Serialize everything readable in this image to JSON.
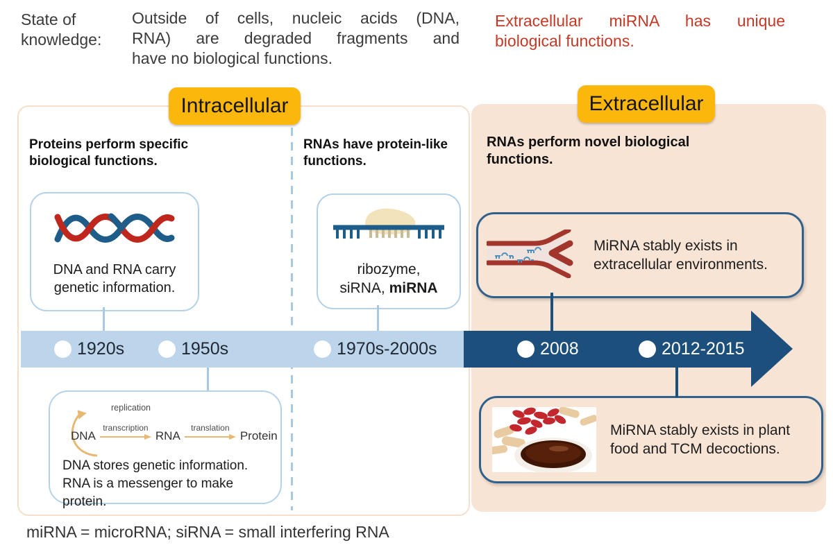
{
  "header": {
    "state_label_lines": [
      "State of",
      "knowledge:"
    ],
    "old_view_lines": [
      "Outside of cells, nucleic acids (DNA,",
      "RNA) are degraded fragments and",
      "have no biological functions."
    ],
    "new_view_lines": [
      "Extracellular miRNA has unique",
      "biological functions."
    ]
  },
  "intracellular": {
    "badge": "Intracellular",
    "proteins_heading": "Proteins perform specific biological functions.",
    "dna_card_text": "DNA and RNA carry genetic information.",
    "rnas_heading": "RNAs have protein-like functions.",
    "ribozyme_line1": "ribozyme,",
    "ribozyme_line2_normal": "siRNA, ",
    "ribozyme_line2_bold": "miRNA",
    "dogma": {
      "replication_label": "replication",
      "dna": "DNA",
      "transcription_label": "transcription",
      "rna": "RNA",
      "translation_label": "translation",
      "protein": "Protein",
      "caption_line1": "DNA stores genetic information.",
      "caption_line2": "RNA is a messenger to make protein."
    }
  },
  "extracellular": {
    "badge": "Extracellular",
    "heading": "RNAs perform novel biological functions.",
    "top_card_text": "MiRNA stably exists in extracellular environments.",
    "bottom_card_text": "MiRNA stably exists in plant food and TCM decoctions."
  },
  "timeline": {
    "light_eras": [
      {
        "label": "1920s"
      },
      {
        "label": "1950s"
      },
      {
        "label": "1970s-2000s"
      }
    ],
    "dark_eras": [
      {
        "label": "2008"
      },
      {
        "label": "2012-2015"
      }
    ]
  },
  "footnote": "miRNA = microRNA; siRNA = small interfering RNA",
  "colors": {
    "badge_yellow": "#FBB70C",
    "panel_peach": "#F7E4D5",
    "panel_border": "#F6DFCB",
    "timeline_light": "#BCD5EA",
    "timeline_dark": "#1C4F7C",
    "card_border_light": "#B5D2E8",
    "card_border_dark": "#30618C",
    "highlight_red": "#C33926",
    "dna_red": "#C0271C",
    "dna_blue": "#1E5C8A",
    "dogma_arrow_orange": "#E7B873"
  }
}
